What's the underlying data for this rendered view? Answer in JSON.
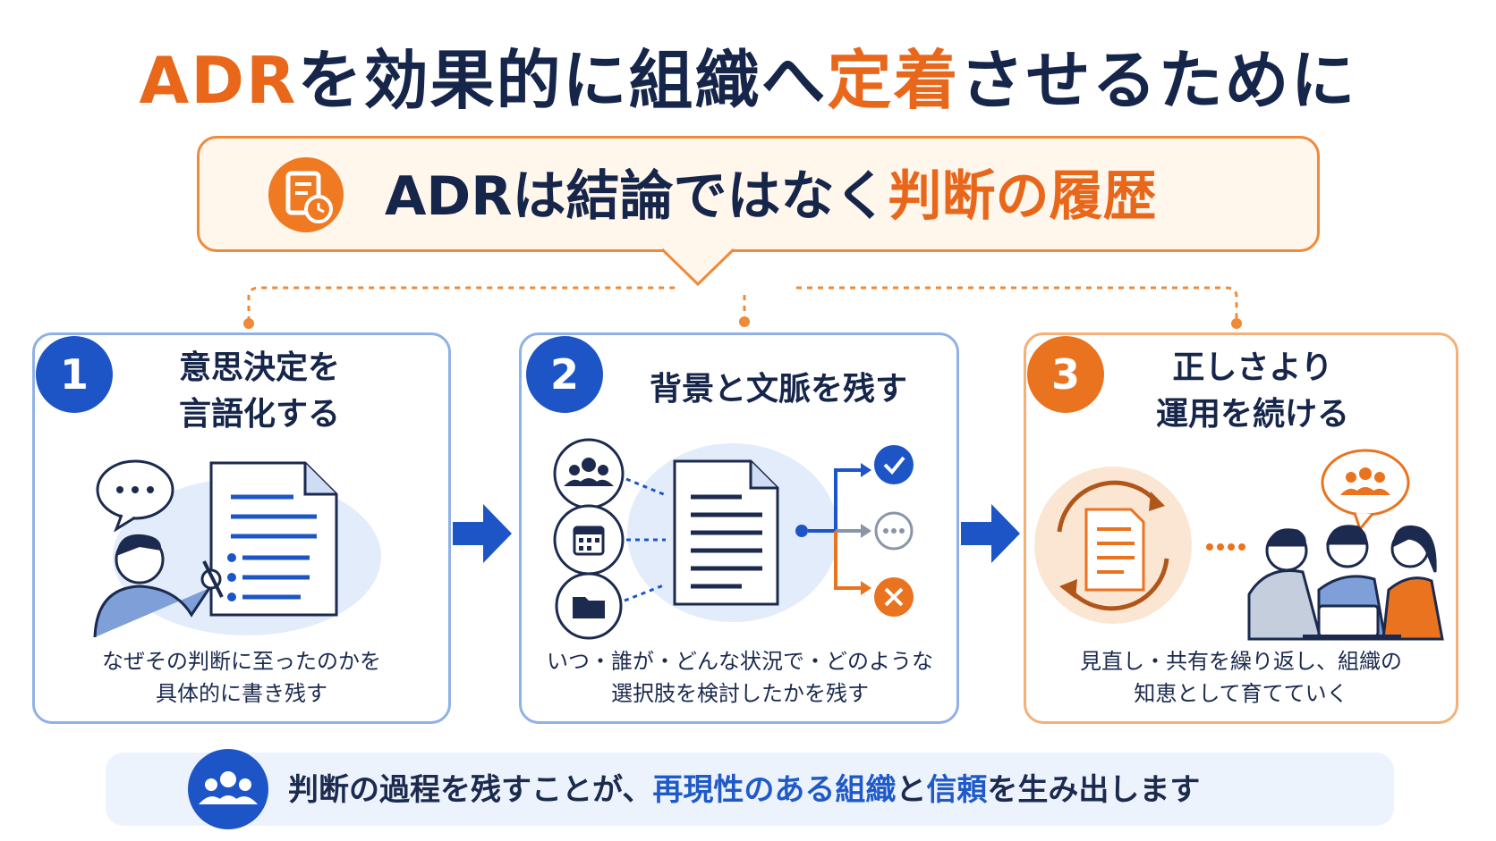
{
  "title": {
    "part1": "ADR",
    "part2": "を効果的に組織へ",
    "part3": "定着",
    "part4": "させるために"
  },
  "callout": {
    "part1": "ADRは結論ではなく",
    "part2": "判断の履歴",
    "icon": "document-clock-icon"
  },
  "steps": [
    {
      "number": "1",
      "title_line1": "意思決定を",
      "title_line2": "言語化する",
      "caption_line1": "なぜその判断に至ったのかを",
      "caption_line2": "具体的に書き残す",
      "icon": "person-writing-document-icon"
    },
    {
      "number": "2",
      "title_line1": "背景と文脈を残す",
      "caption_line1": "いつ・誰が・どんな状況で・どのような",
      "caption_line2": "選択肢を検討したかを残す",
      "icon": "context-to-options-icon"
    },
    {
      "number": "3",
      "title_line1": "正しさより",
      "title_line2": "運用を続ける",
      "caption_line1": "見直し・共有を繰り返し、組織の",
      "caption_line2": "知恵として育てていく",
      "icon": "team-review-cycle-icon"
    }
  ],
  "banner": {
    "part1": "判断の過程を残すことが、",
    "part2": "再現性のある組織",
    "part3": "と",
    "part4": "信頼",
    "part5": "を生み出します",
    "icon": "team-icon"
  },
  "colors": {
    "navy": "#16254a",
    "blue": "#1d55c6",
    "orange": "#ea7320",
    "light_blue": "#e3ecfa",
    "light_orange": "#fff6ec"
  }
}
